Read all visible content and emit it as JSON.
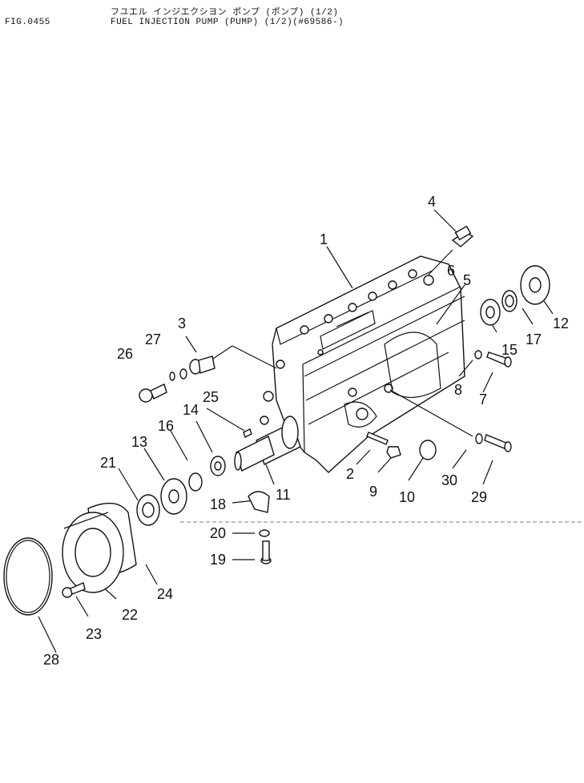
{
  "header": {
    "fig_number": "FIG.0455",
    "title_jp": "フユエル インジエクシヨン ポンプ (ポンプ) (1/2)",
    "title_en": "FUEL INJECTION PUMP (PUMP) (1/2)(#69586-)"
  },
  "callouts": [
    "1",
    "2",
    "3",
    "4",
    "5",
    "6",
    "7",
    "8",
    "9",
    "10",
    "11",
    "12",
    "13",
    "14",
    "15",
    "16",
    "17",
    "18",
    "19",
    "20",
    "21",
    "22",
    "23",
    "24",
    "25",
    "26",
    "27",
    "28",
    "29",
    "30"
  ]
}
